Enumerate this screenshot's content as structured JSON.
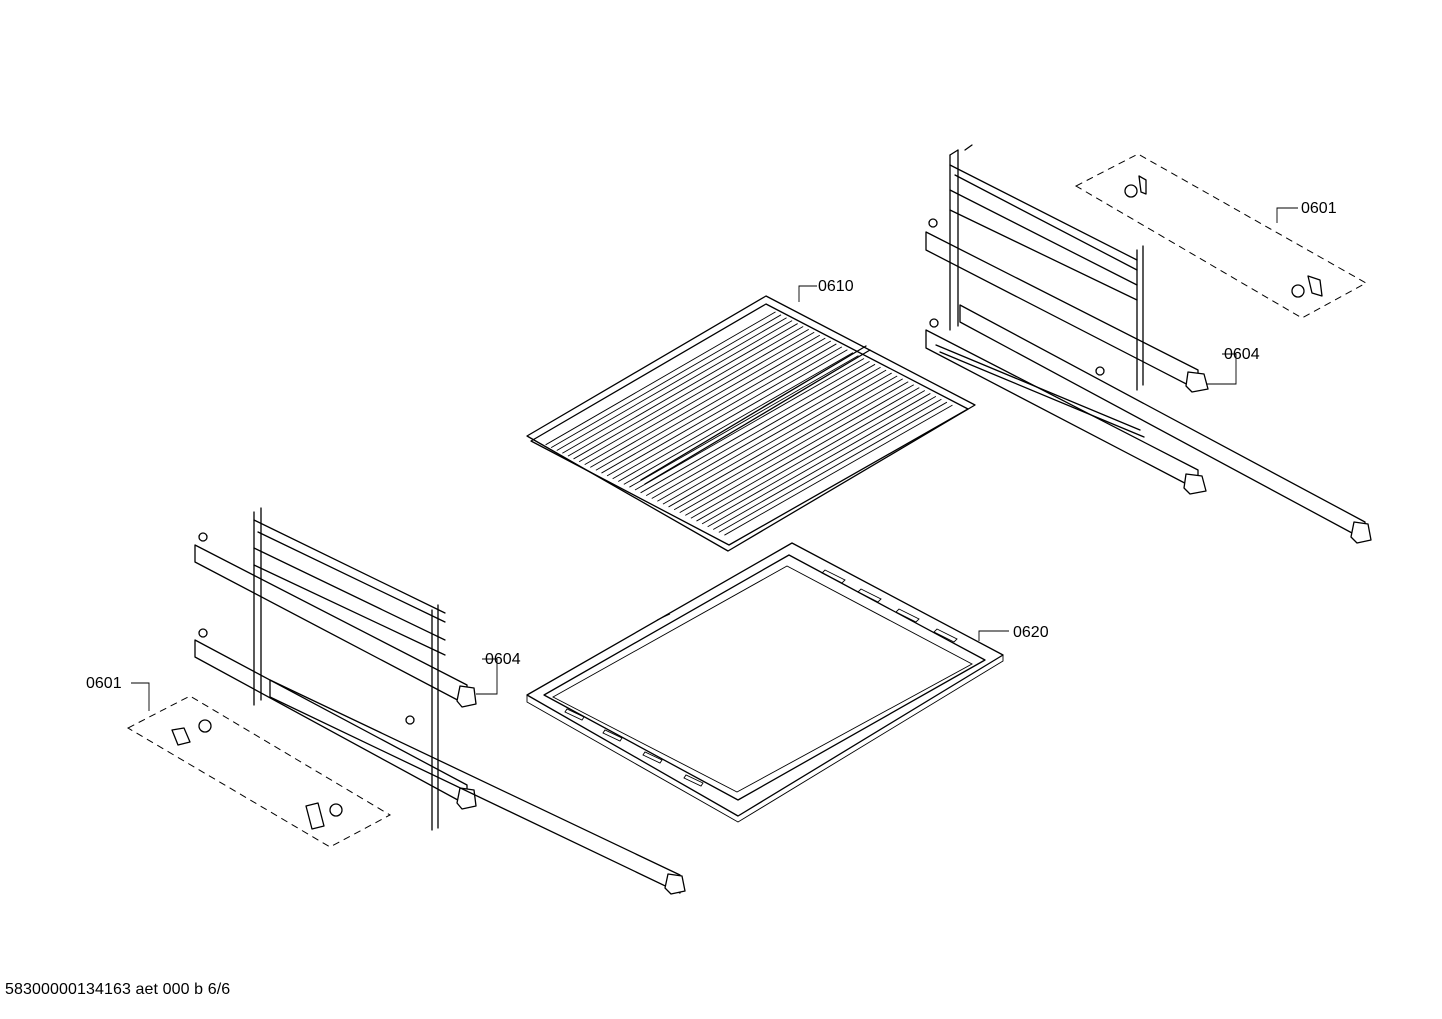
{
  "labels": {
    "clips_right": "0601",
    "rails_right": "0604",
    "wire_rack": "0610",
    "baking_tray": "0620",
    "rails_left": "0604",
    "clips_left": "0601"
  },
  "footer": {
    "document_code": "58300000134163 aet 000 b 6/6"
  }
}
